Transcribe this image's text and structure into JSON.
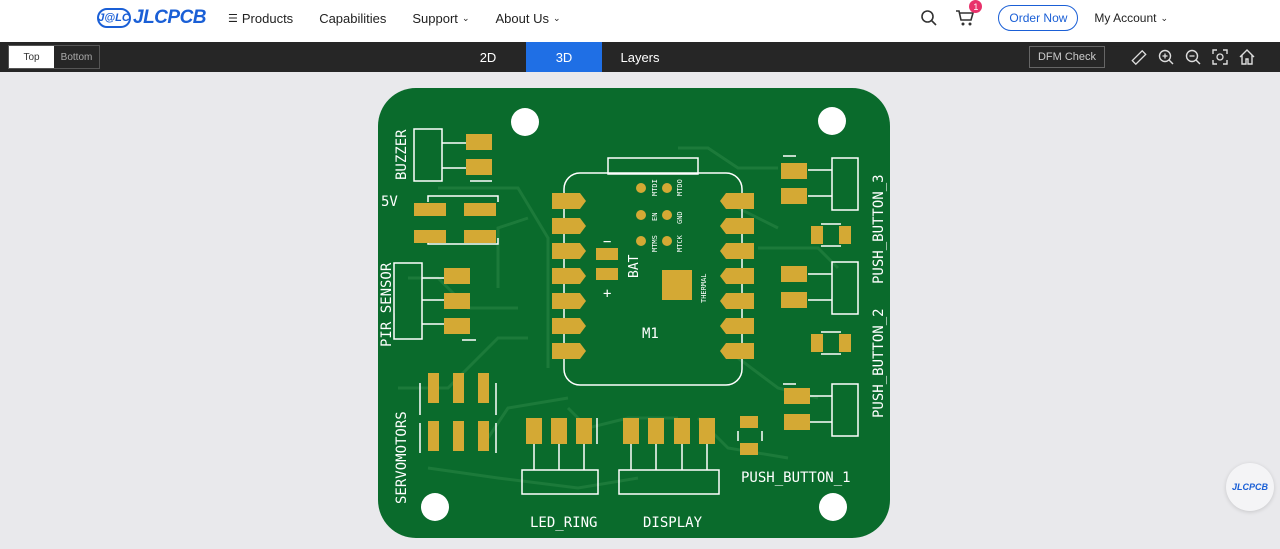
{
  "brand": {
    "mark": "J@LC",
    "name": "JLCPCB"
  },
  "nav": {
    "products": "Products",
    "capabilities": "Capabilities",
    "support": "Support",
    "about": "About Us"
  },
  "header_right": {
    "cart_count": "1",
    "order_now": "Order Now",
    "account": "My Account"
  },
  "toolbar": {
    "side_top": "Top",
    "side_bottom": "Bottom",
    "views": [
      "2D",
      "3D",
      "Layers"
    ],
    "active_view": "3D",
    "dfm": "DFM Check",
    "tools": [
      "ruler-icon",
      "zoom-in-icon",
      "zoom-out-icon",
      "fit-view-icon",
      "home-icon"
    ]
  },
  "board": {
    "labels": {
      "buzzer": "BUZZER",
      "v5": "5V",
      "pir": "PIR_SENSOR",
      "servo": "SERVOMOTORS",
      "led_ring": "LED_RING",
      "display": "DISPLAY",
      "pb1": "PUSH_BUTTON_1",
      "pb2": "PUSH_BUTTON_2",
      "pb3": "PUSH_BUTTON_3",
      "m1": "M1",
      "bat": "BAT",
      "minus": "−",
      "plus": "+",
      "thermal": "THERMAL",
      "mtdi": "MTDI",
      "mtdo": "MTDO",
      "en": "EN",
      "gnd": "GND",
      "mtms": "MTMS",
      "mtck": "MTCK"
    },
    "colors": {
      "board": "#0a6b2c",
      "pad": "#d4a934",
      "silk": "#ffffff",
      "trace": "#1c7a3a"
    }
  },
  "float_logo": "JLCPCB"
}
